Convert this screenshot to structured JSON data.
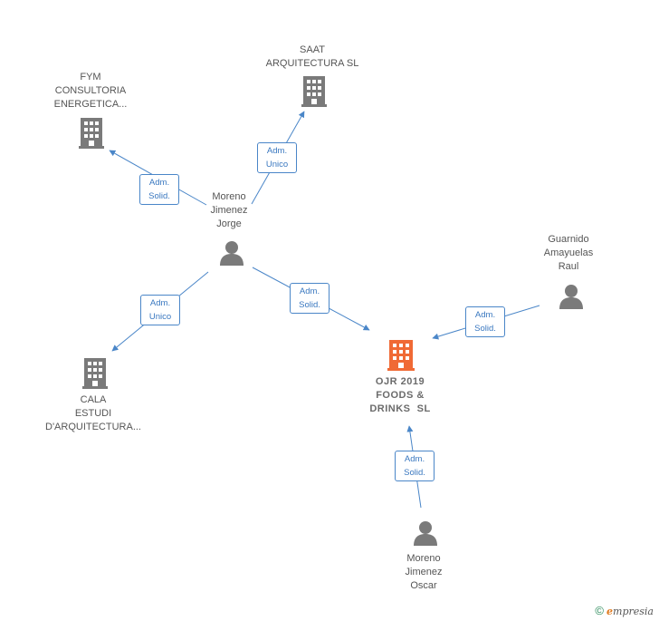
{
  "colors": {
    "edge": "#4a86c8",
    "company": "#7a7a7a",
    "main_company": "#f06a35",
    "person": "#7a7a7a"
  },
  "nodes": {
    "saat": {
      "lines": [
        "SAAT",
        "ARQUITECTURA SL"
      ],
      "icon": "building-icon"
    },
    "fym": {
      "lines": [
        "FYM",
        "CONSULTORIA",
        "ENERGETICA..."
      ],
      "icon": "building-icon"
    },
    "jorge": {
      "lines": [
        "Moreno",
        "Jimenez",
        "Jorge"
      ],
      "icon": "person-icon"
    },
    "guarnido": {
      "lines": [
        "Guarnido",
        "Amayuelas",
        "Raul"
      ],
      "icon": "person-icon"
    },
    "cala": {
      "lines": [
        "CALA",
        "ESTUDI",
        "D'ARQUITECTURA..."
      ],
      "icon": "building-icon"
    },
    "ojr": {
      "lines": [
        "OJR 2019",
        "FOODS &",
        "DRINKS  SL"
      ],
      "icon": "building-icon"
    },
    "oscar": {
      "lines": [
        "Moreno",
        "Jimenez",
        "Oscar"
      ],
      "icon": "person-icon"
    }
  },
  "edges": {
    "jorge_saat": [
      "Adm.",
      "Unico"
    ],
    "jorge_fym": [
      "Adm.",
      "Solid."
    ],
    "jorge_cala": [
      "Adm.",
      "Unico"
    ],
    "jorge_ojr": [
      "Adm.",
      "Solid."
    ],
    "guarnido_ojr": [
      "Adm.",
      "Solid."
    ],
    "oscar_ojr": [
      "Adm.",
      "Solid."
    ]
  },
  "footer": {
    "copyright": "©",
    "brand_initial": "e",
    "brand_rest": "mpresia"
  }
}
